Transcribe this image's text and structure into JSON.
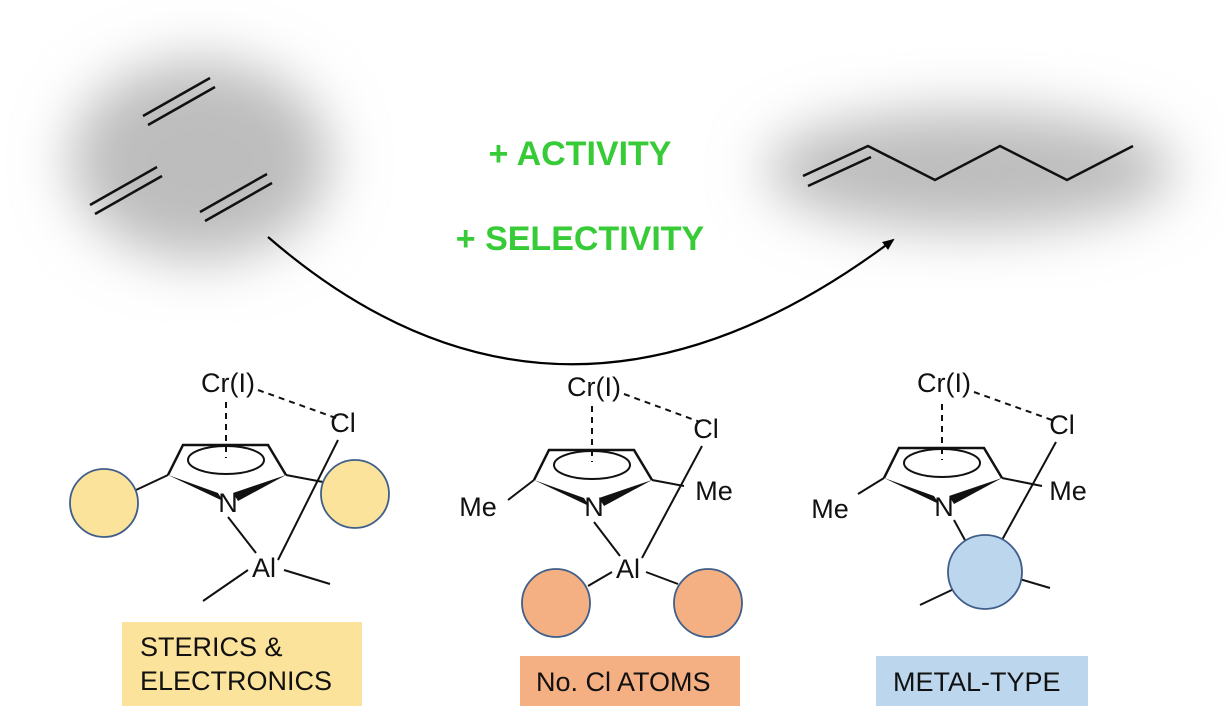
{
  "colors": {
    "green": "#37cc37",
    "yellow": "#fbe39c",
    "orange": "#f4b083",
    "blue": "#bcd6ee",
    "outline": "#3f5f8a",
    "cloud": "#bdbdbd"
  },
  "effects": {
    "activity": "+ ACTIVITY",
    "selectivity": "+ SELECTIVITY"
  },
  "atoms": {
    "cr": "Cr(I)",
    "cl": "Cl",
    "n": "N",
    "al": "Al",
    "me": "Me"
  },
  "labels": {
    "sterics_line1": "STERICS &",
    "sterics_line2": "ELECTRONICS",
    "cl_atoms": "No. Cl ATOMS",
    "metal_type": "METAL-TYPE"
  }
}
